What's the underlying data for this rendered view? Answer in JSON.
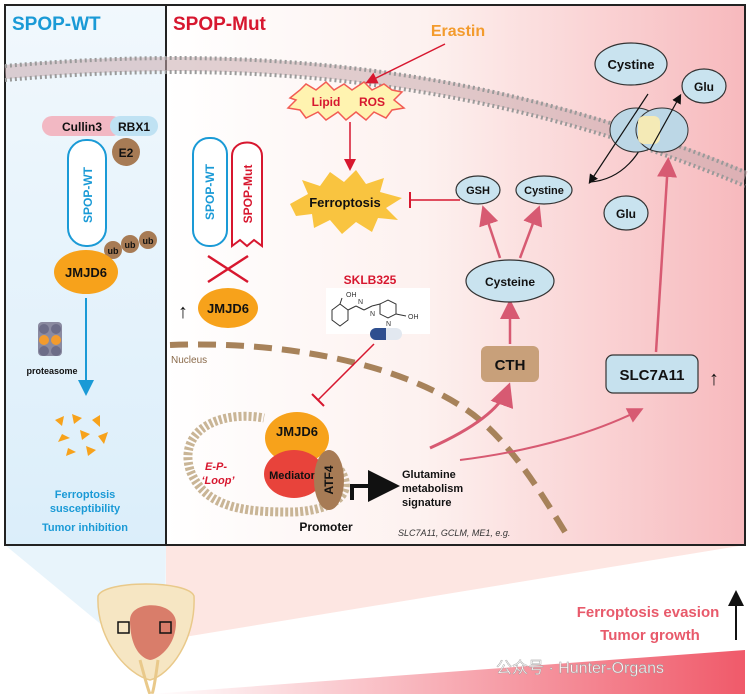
{
  "panels": {
    "wt_title": "SPOP-WT",
    "mut_title": "SPOP-Mut"
  },
  "wt": {
    "cullin3": "Cullin3",
    "rbx1": "RBX1",
    "e2": "E2",
    "spop_wt": "SPOP-WT",
    "ub": [
      "ub",
      "ub",
      "ub"
    ],
    "jmjd6": "JMJD6",
    "proteasome": "proteasome",
    "outcome_1": "Ferroptosis",
    "outcome_2": "susceptibility",
    "outcome_3": "Tumor inhibition"
  },
  "mut": {
    "erastin": "Erastin",
    "lipid": "Lipid",
    "ros": "ROS",
    "ferroptosis": "Ferroptosis",
    "spop_wt": "SPOP-WT",
    "spop_mut": "SPOP-Mut",
    "jmjd6_top": "JMJD6",
    "up_arrow": "↑",
    "sklb": "SKLB325",
    "compound_oh1": "OH",
    "compound_oh2": "OH",
    "compound_n1": "N",
    "compound_n2": "N",
    "compound_n3": "N",
    "nucleus": "Nucleus",
    "jmjd6_nuc": "JMJD6",
    "mediator": "Mediator",
    "atf4": "ATF4",
    "ep_loop_1": "E-P-",
    "ep_loop_2": "‘Loop’",
    "promoter": "Promoter",
    "glut_1": "Glutamine",
    "glut_2": "metabolism",
    "glut_3": "signature",
    "genes": "SLC7A11, GCLM, ME1, e.g.",
    "cth": "CTH",
    "cysteine": "Cysteine",
    "gsh": "GSH",
    "cystine_small": "Cystine",
    "cystine": "Cystine",
    "glu_top": "Glu",
    "glu_bottom": "Glu",
    "slc7a11": "SLC7A11",
    "slc_up": "↑"
  },
  "bottom": {
    "evasion": "Ferroptosis evasion",
    "growth": "Tumor growth",
    "watermark": "公众号 · Hunter-Organs"
  },
  "colors": {
    "wt_blue": "#1a9ad6",
    "mut_red": "#d7172f",
    "jmjd6_orange": "#f7a21b",
    "erastin_orange": "#f39b2d",
    "cell_pink": "#f6b3b3"
  }
}
